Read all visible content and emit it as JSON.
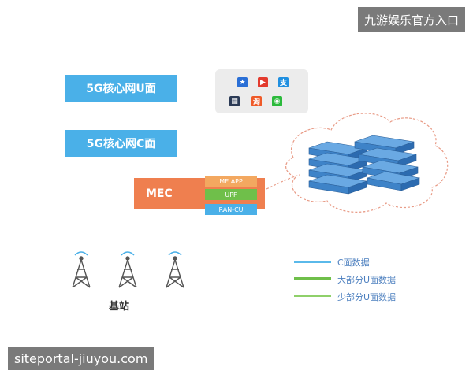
{
  "watermark_top": "九游娱乐官方入口",
  "watermark_bottom": "siteportal-jiuyou.com",
  "core_u_label": "5G核心网U面",
  "core_c_label": "5G核心网C面",
  "mec": {
    "label": "MEC",
    "layers": [
      "ME APP",
      "UPF",
      "RAN-CU"
    ]
  },
  "apps": [
    {
      "icon": "star-app-icon",
      "glyph": "★",
      "color": "#2a6fd6"
    },
    {
      "icon": "youtube-icon",
      "glyph": "▶",
      "color": "#e33b2e"
    },
    {
      "icon": "alipay-icon",
      "glyph": "支",
      "color": "#1f8fe0"
    },
    {
      "icon": "video-clapper-icon",
      "glyph": "▦",
      "color": "#2b3a55"
    },
    {
      "icon": "taobao-icon",
      "glyph": "淘",
      "color": "#ef5a28"
    },
    {
      "icon": "wechat-icon",
      "glyph": "◉",
      "color": "#2cba3c"
    }
  ],
  "legend": [
    {
      "label": "C面数据",
      "color": "#5ab9ea"
    },
    {
      "label": "大部分U面数据",
      "color": "#6fbf4a"
    },
    {
      "label": "少部分U面数据",
      "color": "#8fd06a"
    }
  ],
  "base_station_label": "基站"
}
